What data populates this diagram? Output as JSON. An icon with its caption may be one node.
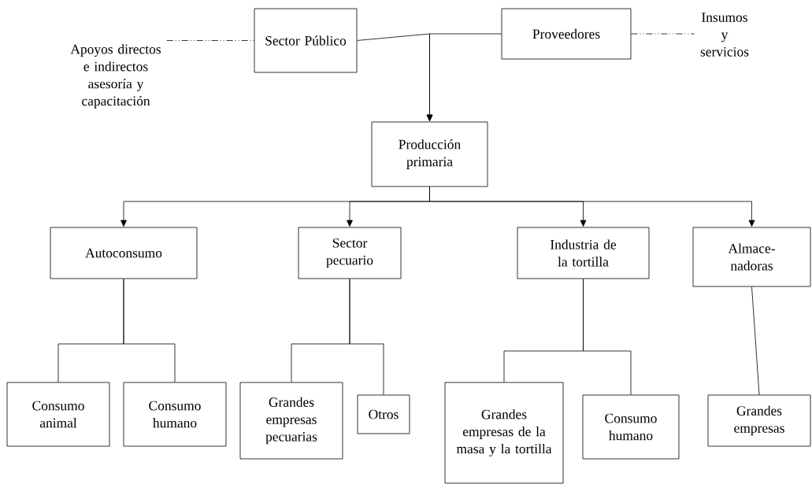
{
  "diagram": {
    "nodes": [
      {
        "text": [
          "Apoyos directos e indirectos asesoría y capacitación"
        ]
      },
      {
        "text": [
          "Sector Público"
        ]
      },
      {
        "text": [
          "Proveedores"
        ]
      },
      {
        "text": [
          "Insumos y servicios"
        ]
      },
      {
        "text": [
          "Producción primaria"
        ]
      },
      {
        "text": [
          "Autoconsumo"
        ]
      },
      {
        "text": [
          "Sector pecuario"
        ]
      },
      {
        "text": [
          "Industria de la tortilla"
        ]
      },
      {
        "text": [
          "Almace-nadoras"
        ]
      },
      {
        "text": [
          "Consumo animal"
        ]
      },
      {
        "text": [
          "Consumo humano"
        ]
      },
      {
        "text": [
          "Grandes empresas pecuarias"
        ]
      },
      {
        "text": [
          "Otros"
        ]
      },
      {
        "text": [
          "Grandes empresas de la masa y la tortilla"
        ]
      },
      {
        "text": [
          "Consumo humano"
        ]
      },
      {
        "text": [
          "Grandes empresas"
        ]
      }
    ],
    "edges": [
      {
        "from": 0,
        "to": 1,
        "arrow": "none",
        "style": "dashed"
      },
      {
        "from": 2,
        "to": 3,
        "arrow": "none",
        "style": "dashed"
      },
      {
        "from": 1,
        "to": 4,
        "arrow": "to"
      },
      {
        "from": 2,
        "to": 4,
        "arrow": "to"
      },
      {
        "from": 4,
        "to": 5,
        "arrow": "to"
      },
      {
        "from": 4,
        "to": 6,
        "arrow": "to"
      },
      {
        "from": 4,
        "to": 7,
        "arrow": "to"
      },
      {
        "from": 4,
        "to": 8,
        "arrow": "to"
      },
      {
        "from": 5,
        "to": 9,
        "arrow": "none"
      },
      {
        "from": 5,
        "to": 10,
        "arrow": "none"
      },
      {
        "from": 6,
        "to": 11,
        "arrow": "none"
      },
      {
        "from": 6,
        "to": 12,
        "arrow": "none"
      },
      {
        "from": 7,
        "to": 13,
        "arrow": "none"
      },
      {
        "from": 7,
        "to": 14,
        "arrow": "none"
      },
      {
        "from": 8,
        "to": 15,
        "arrow": "none"
      }
    ]
  }
}
